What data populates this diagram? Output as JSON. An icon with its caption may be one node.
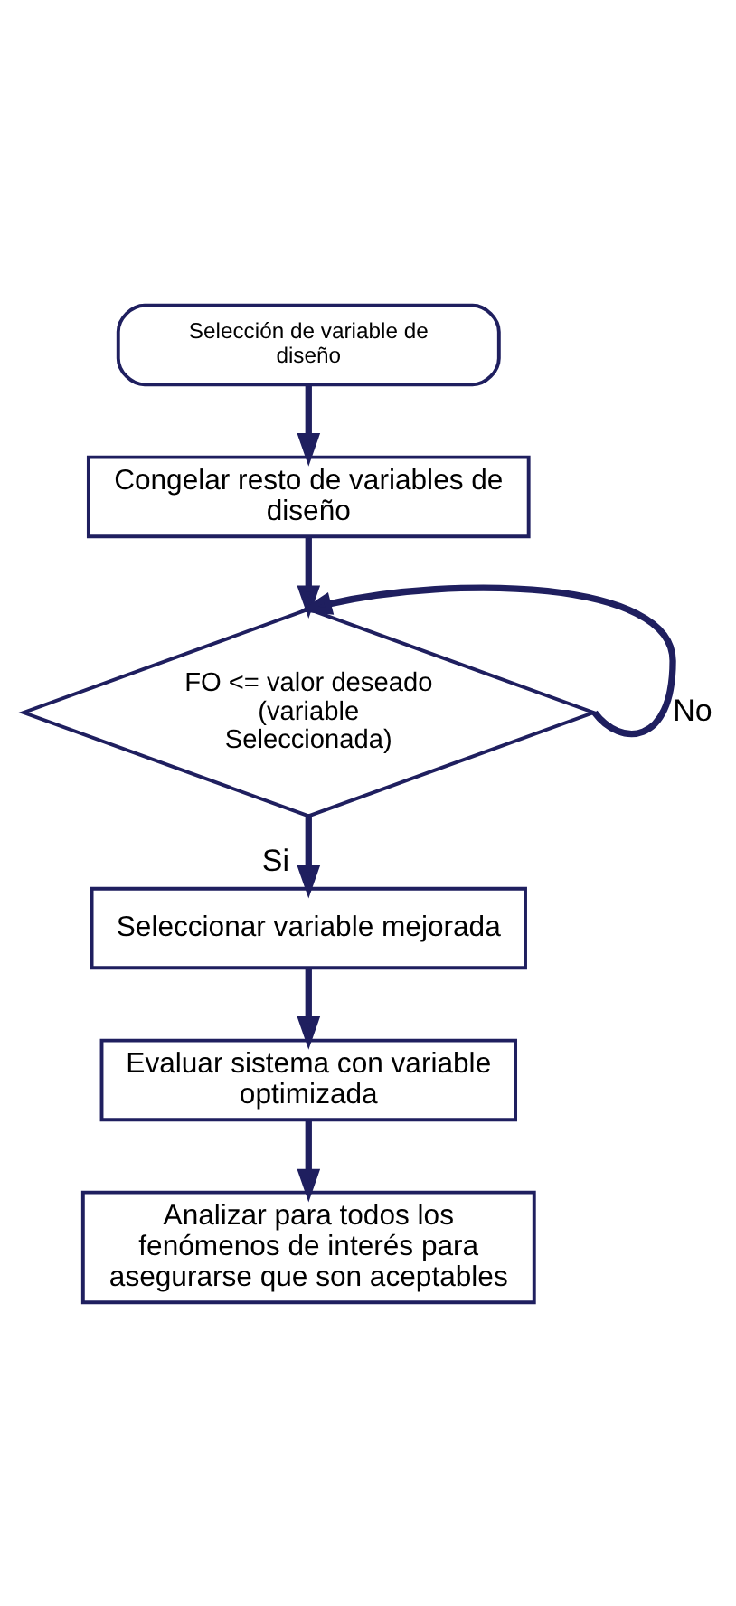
{
  "diagram": {
    "nodes": [
      {
        "text": [
          "Selección de variable de diseño"
        ]
      },
      {
        "text": [
          "Congelar resto de variables de diseño"
        ]
      },
      {
        "text": [
          "FO <= valor deseado (variable Seleccionada)"
        ]
      },
      {
        "text": [
          "Seleccionar variable mejorada"
        ]
      },
      {
        "text": [
          "Evaluar sistema con variable optimizada"
        ]
      },
      {
        "text": [
          "Analizar para todos los fenómenos de interés para asegurarse que son aceptables"
        ]
      }
    ],
    "edges": [
      {
        "from": 0,
        "to": 1,
        "arrow": "to"
      },
      {
        "from": 1,
        "to": 2,
        "arrow": "to"
      },
      {
        "from": 2,
        "to": 3,
        "arrow": "to",
        "label": "Si"
      },
      {
        "from": 2,
        "to": 2,
        "arrow": "to",
        "label": "No"
      },
      {
        "from": 3,
        "to": 4,
        "arrow": "to"
      },
      {
        "from": 4,
        "to": 5,
        "arrow": "to"
      }
    ]
  }
}
